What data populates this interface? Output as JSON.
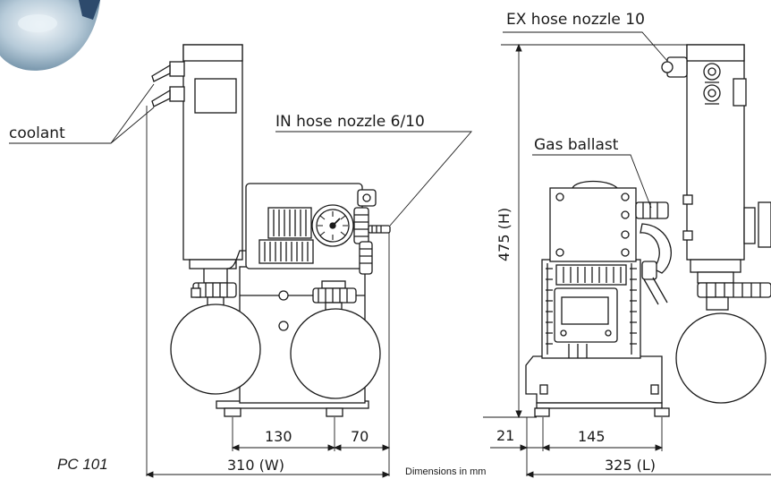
{
  "labels": {
    "ex_hose": "EX hose nozzle 10",
    "in_hose": "IN hose nozzle 6/10",
    "gas_ballast": "Gas ballast",
    "coolant": "coolant",
    "model": "PC 101",
    "units_note": "Dimensions in mm"
  },
  "dimensions": {
    "d130": "130",
    "d70": "70",
    "d310": "310 (W)",
    "d21": "21",
    "d145": "145",
    "d325": "325 (L)",
    "d475": "475 (H)"
  },
  "colors": {
    "line": "#1a1a1a",
    "fill": "#ffffff"
  }
}
